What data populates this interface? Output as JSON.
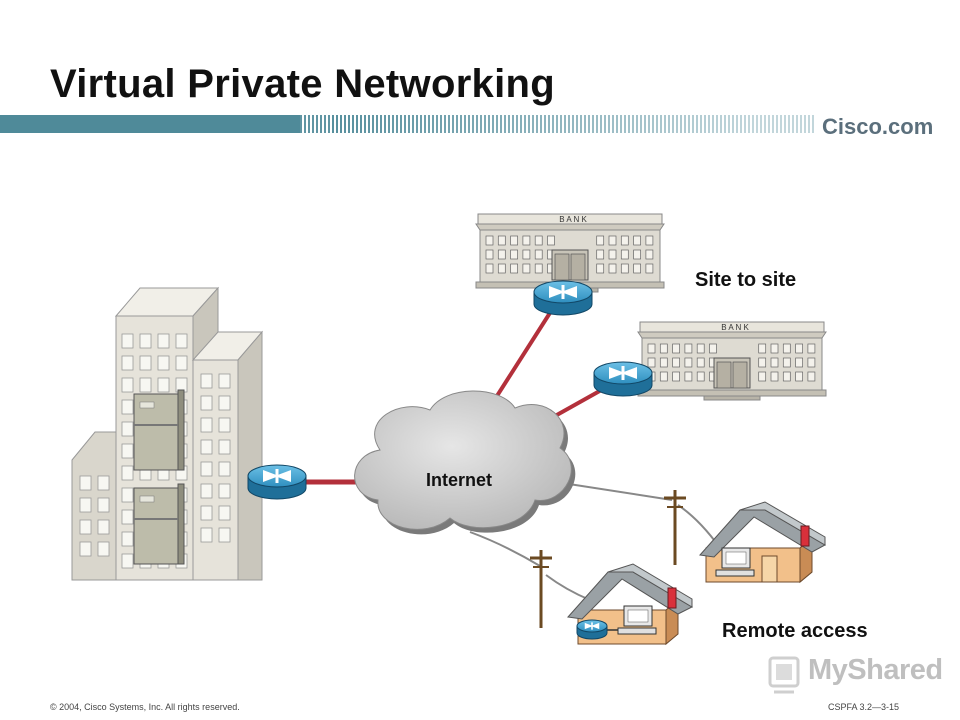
{
  "slide": {
    "title": "Virtual Private Networking",
    "brand": "Cisco.com",
    "labels": {
      "cloud": "Internet",
      "site_to_site": "Site to site",
      "remote_access": "Remote access",
      "bank_sign": "B A N K"
    },
    "footer": {
      "copyright": "© 2004, Cisco Systems, Inc. All rights reserved.",
      "code": "CSPFA 3.2—3-15"
    },
    "watermark": "MyShared"
  },
  "colors": {
    "banner": "#4f8a99",
    "link_red": "#b3303b",
    "router_blue": "#2f8fbf",
    "cloud": "#cfcfcf",
    "house": "#f2c08a",
    "building": "#dedbd2"
  }
}
